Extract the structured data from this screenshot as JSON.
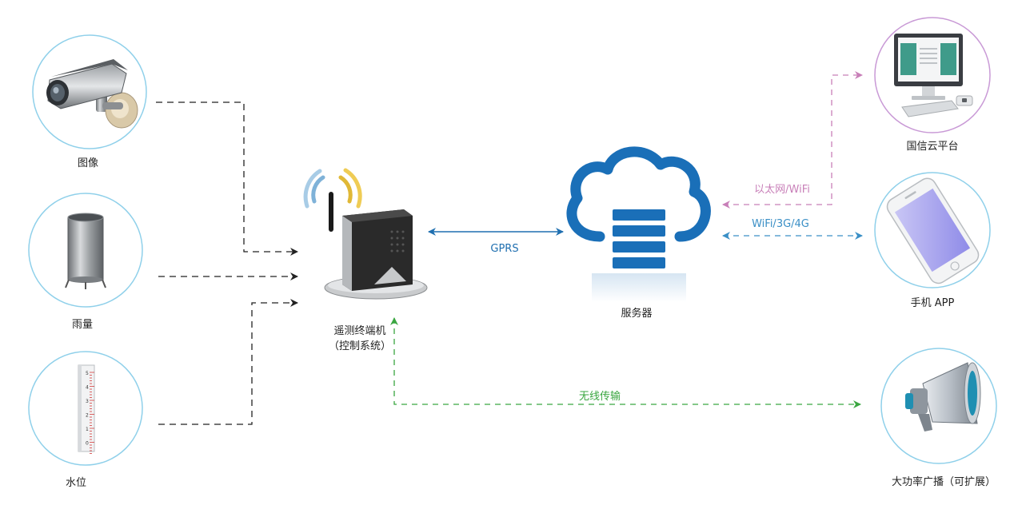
{
  "colors": {
    "node_ring_blue": "#8fd0ea",
    "node_ring_purple": "#c99ad6",
    "sensor_link": "#222222",
    "gprs_link": "#1f6fb0",
    "ethernet_link": "#c87fb8",
    "mobile_link": "#3a8fc6",
    "wireless_link": "#3aa640",
    "cloud_blue": "#1a6fb8"
  },
  "nodes": {
    "camera": {
      "label": "图像",
      "icon": "camera-icon"
    },
    "rain": {
      "label": "雨量",
      "icon": "rain-gauge-icon"
    },
    "water": {
      "label": "水位",
      "icon": "water-level-gauge-icon"
    },
    "terminal": {
      "label_line1": "遥测终端机",
      "label_line2": "（控制系统）",
      "icon": "router-icon"
    },
    "server": {
      "label": "服务器",
      "icon": "cloud-server-icon"
    },
    "platform": {
      "label": "国信云平台",
      "icon": "desktop-computer-icon"
    },
    "app": {
      "label": "手机 APP",
      "icon": "smartphone-icon"
    },
    "broadcast": {
      "label": "大功率广播（可扩展）",
      "icon": "megaphone-icon"
    }
  },
  "edges": {
    "gprs": "GPRS",
    "ethernet": "以太网/WiFi",
    "mobile": "WiFi/3G/4G",
    "wireless": "无线传输"
  },
  "gauge_ticks": [
    "5",
    "4",
    "3",
    "2",
    "1",
    "0"
  ]
}
